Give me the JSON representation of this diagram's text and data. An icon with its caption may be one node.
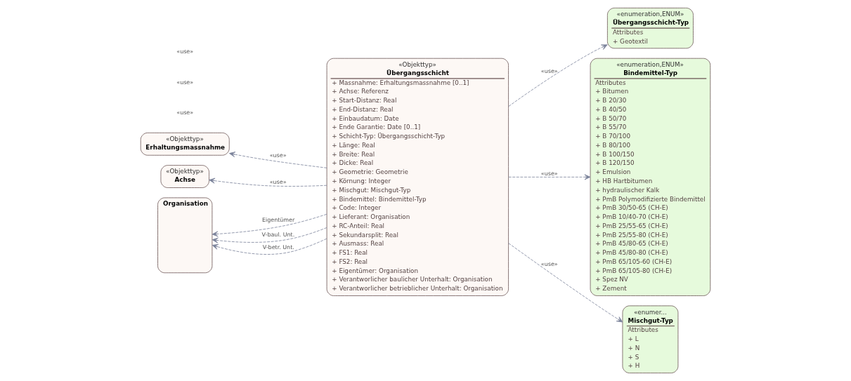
{
  "diagram": {
    "nodes": [
      {
        "text": [
          "«Objekttyp»",
          "Erhaltungsmassnahme"
        ]
      },
      {
        "text": [
          "«Objekttyp»",
          "Übergangsschicht",
          "+ Massnahme: Erhaltungsmassnahme [0..1]",
          "+ Achse: Referenz",
          "+ Start-Distanz: Real",
          "+ End-Distanz: Real",
          "+ Einbaudatum: Date",
          "+ Ende Garantie: Date [0..1]",
          "+ Schicht-Typ: Übergangsschicht-Typ",
          "+ Länge: Real",
          "+ Breite: Real",
          "+ Dicke: Real",
          "+ Geometrie: Geometrie",
          "+ Körnung: Integer",
          "+ Mischgut: Mischgut-Typ",
          "+ Bindemittel: Bindemittel-Typ",
          "+ Code: Integer",
          "+ Lieferant: Organisation",
          "+ RC-Anteil: Real",
          "+ Sekundarsplit: Real",
          "+ Ausmass: Real",
          "+ FS1: Real",
          "+ FS2: Real",
          "+ Eigentümer: Organisation",
          "+ Verantworlicher baulicher Unterhalt: Organisation",
          "+ Verantworlicher betrieblicher Unterhalt: Organisation"
        ]
      },
      {
        "text": [
          "«enumeration,ENUM»",
          "Übergangsschicht-Typ",
          "Attributes",
          "+ Geotextil"
        ]
      },
      {
        "text": [
          "«enumeration,ENUM»",
          "Bindemittel-Typ",
          "Attributes",
          "+ Bitumen",
          "+ B 20/30",
          "+ B 40/50",
          "+ B 50/70",
          "+ B 55/70",
          "+ B 70/100",
          "+ B 80/100",
          "+ B 100/150",
          "+ B 120/150",
          "+ Emulsion",
          "+ HB Hartbitumen",
          "+ hydraulischer Kalk",
          "+ PmB Polymodifizierte Bindemittel",
          "+ PmB 30/50-65 (CH-E)",
          "+ PmB 10/40-70 (CH-E)",
          "+ PmB 25/55-65 (CH-E)",
          "+ PmB 25/55-80 (CH-E)",
          "+ PmB 45/80-65 (CH-E)",
          "+ PmB 45/80-80 (CH-E)",
          "+ PmB 65/105-60 (CH-E)",
          "+ PmB 65/105-80 (CH-E)",
          "+ Spez NV",
          "+ Zement"
        ]
      },
      {
        "text": [
          "«Objekttyp»",
          "Achse"
        ]
      },
      {
        "text": [
          "«enumer...",
          "Mischgut-Typ",
          "Attributes",
          "+ L",
          "+ N",
          "+ S",
          "+ H"
        ]
      },
      {
        "text": [
          "Organisation"
        ]
      }
    ],
    "edges": [
      {
        "from": 1,
        "to": 0,
        "arrow": "to",
        "style": "dashed",
        "label": "«use»"
      },
      {
        "from": 1,
        "to": 2,
        "arrow": "to",
        "style": "dashed",
        "label": "«use»"
      },
      {
        "from": 1,
        "to": 4,
        "arrow": "to",
        "style": "dashed",
        "label": "«use»"
      },
      {
        "from": 1,
        "to": 6,
        "arrow": "to",
        "style": "dashed",
        "label": "Eigentümer"
      },
      {
        "from": 1,
        "to": 5,
        "arrow": "to",
        "style": "dashed",
        "label": "«use»"
      },
      {
        "from": 1,
        "to": 6,
        "arrow": "to",
        "style": "dashed",
        "label": "V-baul. Unt."
      },
      {
        "from": 1,
        "to": 6,
        "arrow": "to",
        "style": "dashed",
        "label": "V-betr. Unt."
      },
      {
        "from": 1,
        "to": 3,
        "arrow": "to",
        "style": "dashed",
        "label": "«use»"
      }
    ],
    "labels": [
      "«use»",
      "«use»",
      "«use»"
    ]
  }
}
